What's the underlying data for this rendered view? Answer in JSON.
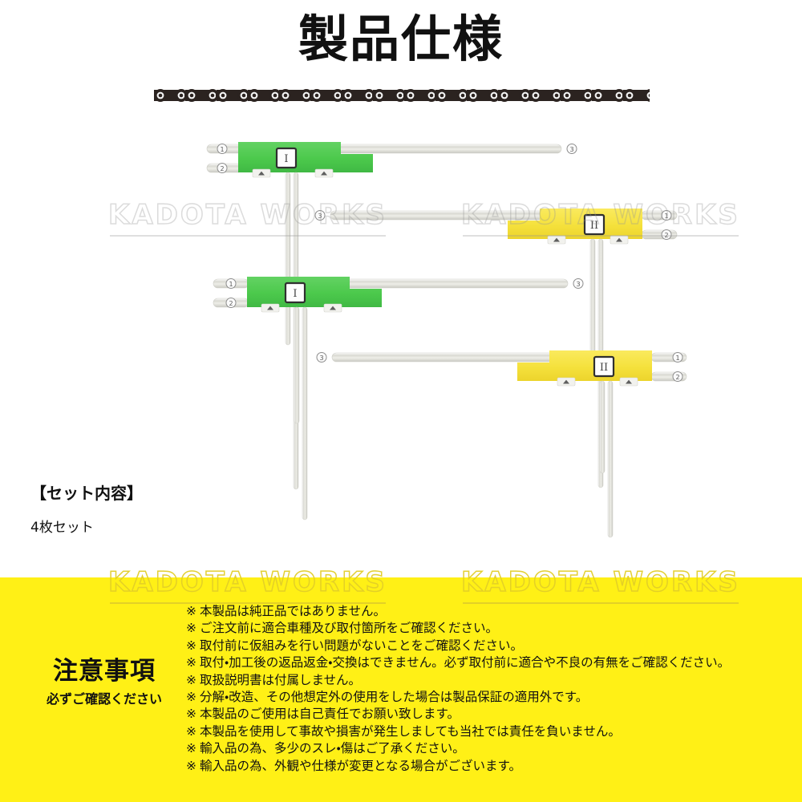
{
  "header": {
    "title": "製品仕様",
    "divider_icon": "bicycle-chain-divider"
  },
  "colors": {
    "banner_yellow": "#FFF016",
    "antenna_green": "#4CC94C",
    "antenna_yellow": "#F5E13C",
    "film_silver": "#E8E8E4",
    "text_black": "#111111",
    "watermark_gray": "#969696"
  },
  "watermark": {
    "text": "KADOTA WORKS"
  },
  "diagram": {
    "label": "film-antenna-set-diagram",
    "antennas": [
      {
        "id": "antenna-green-upper",
        "type": "L-type film antenna",
        "pad_color": "#4CC94C",
        "marker": "I",
        "orientation": "left",
        "terminals": [
          "①",
          "②",
          "③"
        ]
      },
      {
        "id": "antenna-yellow-upper",
        "type": "L-type film antenna",
        "pad_color": "#F5E13C",
        "marker": "II",
        "orientation": "right",
        "terminals": [
          "①",
          "②",
          "③"
        ]
      },
      {
        "id": "antenna-green-lower",
        "type": "L-type film antenna",
        "pad_color": "#4CC94C",
        "marker": "I",
        "orientation": "left",
        "terminals": [
          "①",
          "②",
          "③"
        ]
      },
      {
        "id": "antenna-yellow-lower",
        "type": "L-type film antenna",
        "pad_color": "#F5E13C",
        "marker": "II",
        "orientation": "right",
        "terminals": [
          "①",
          "②",
          "③"
        ]
      }
    ]
  },
  "set_contents": {
    "heading": "【セット内容】",
    "value": "4枚セット"
  },
  "notice": {
    "heading": "注意事項",
    "subheading": "必ずご確認ください",
    "mark": "※",
    "items": [
      "本製品は純正品ではありません。",
      "ご注文前に適合車種及び取付箇所をご確認ください。",
      "取付前に仮組みを行い問題がないことをご確認ください。",
      "取付・加工後の返品返金・交換はできません。必ず取付前に適合や不良の有無をご確認ください。",
      "取扱説明書は付属しません。",
      "分解・改造、その他想定外の使用をした場合は製品保証の適用外です。",
      "本製品のご使用は自己責任でお願い致します。",
      "本製品を使用して事故や損害が発生しましても当社では責任を負いません。",
      "輸入品の為、多少のスレ・傷はご了承ください。",
      "輸入品の為、外観や仕様が変更となる場合がございます。"
    ]
  }
}
